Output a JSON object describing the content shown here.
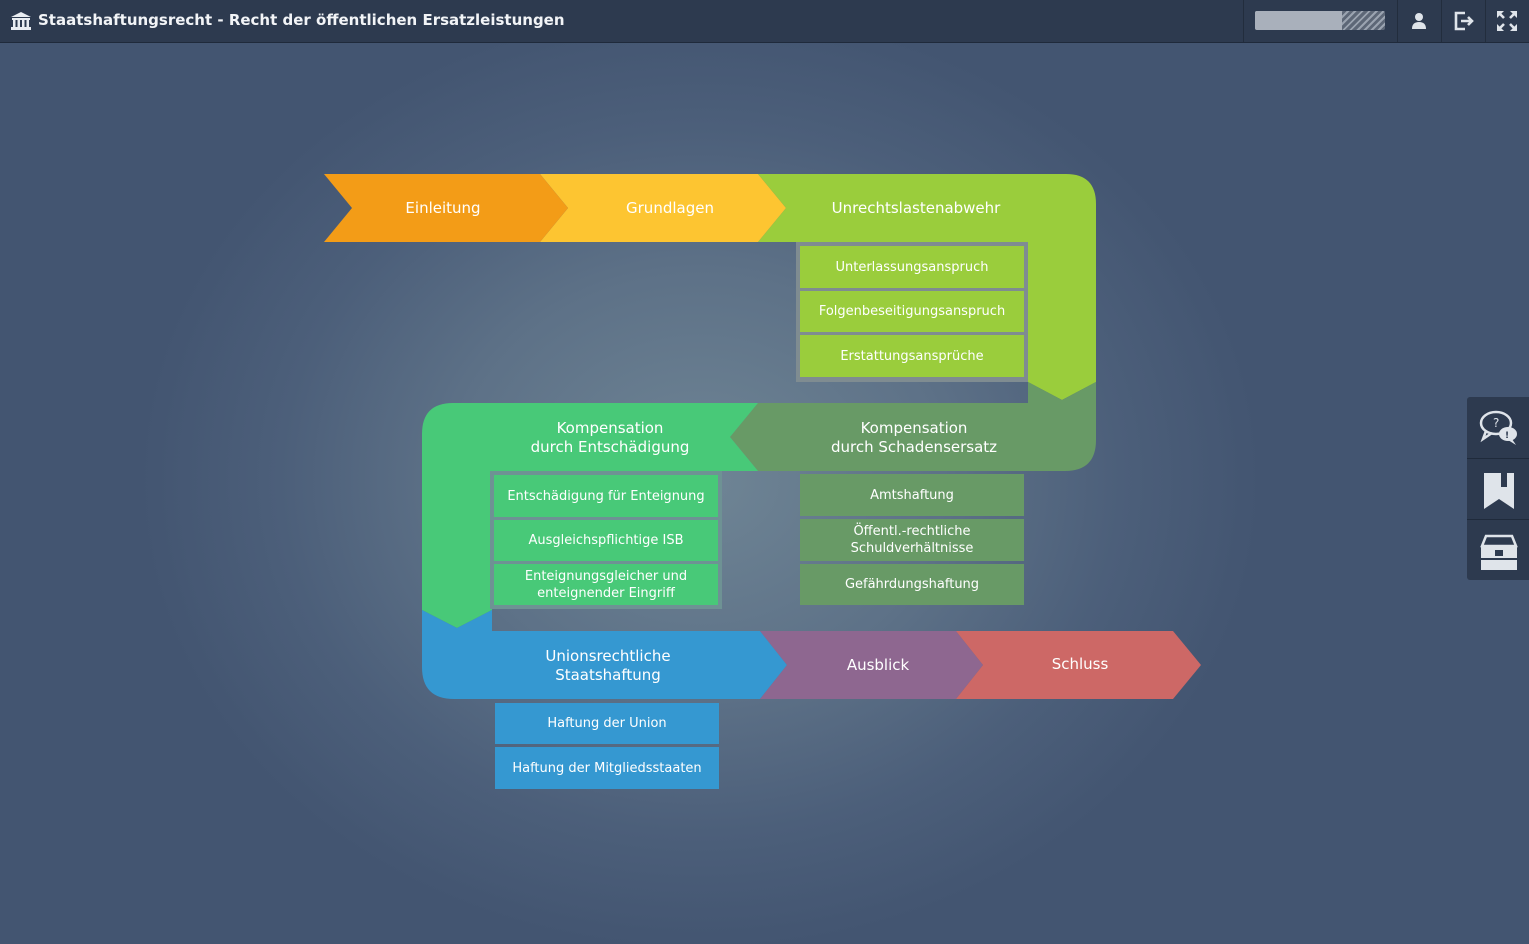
{
  "window": {
    "title": "Staatshaftungsrecht - Recht der öffentlichen Ersatzleistungen"
  },
  "progress": {
    "value": 0.67
  },
  "icons": {
    "home": "institution-icon",
    "user": "user-icon",
    "exit": "logout-icon",
    "fullscreen": "fullscreen-icon",
    "help": "chat-help-icon",
    "bookmark": "bookmark-icon",
    "toolbox": "toolbox-icon"
  },
  "colors": {
    "orange": "#f39c17",
    "yellow": "#fdc531",
    "lime": "#9acd3c",
    "darkgreen": "#689a66",
    "green": "#48c978",
    "blue": "#3598d1",
    "purple": "#8e6790",
    "red": "#cd6866"
  },
  "path": {
    "einleitung": "Einleitung",
    "grundlagen": "Grundlagen",
    "unrecht": "Unrechtslastenabwehr",
    "unrecht_items": [
      "Unterlassungsanspruch",
      "Folgenbeseitigungsanspruch",
      "Erstattungsansprüche"
    ],
    "schadensersatz": [
      "Kompensation",
      "durch Schadensersatz"
    ],
    "schadensersatz_items": [
      "Amtshaftung",
      "Öffentl.-rechtliche",
      "Schuldverhältnisse",
      "Gefährdungshaftung"
    ],
    "entschaedigung": [
      "Kompensation",
      "durch Entschädigung"
    ],
    "entschaedigung_items": [
      "Entschädigung für Enteignung",
      "Ausgleichspflichtige ISB",
      "Enteignungsgleicher und",
      "enteignender Eingriff"
    ],
    "union": [
      "Unionsrechtliche",
      "Staatshaftung"
    ],
    "union_items": [
      "Haftung der Union",
      "Haftung der Mitgliedsstaaten"
    ],
    "ausblick": "Ausblick",
    "schluss": "Schluss"
  }
}
